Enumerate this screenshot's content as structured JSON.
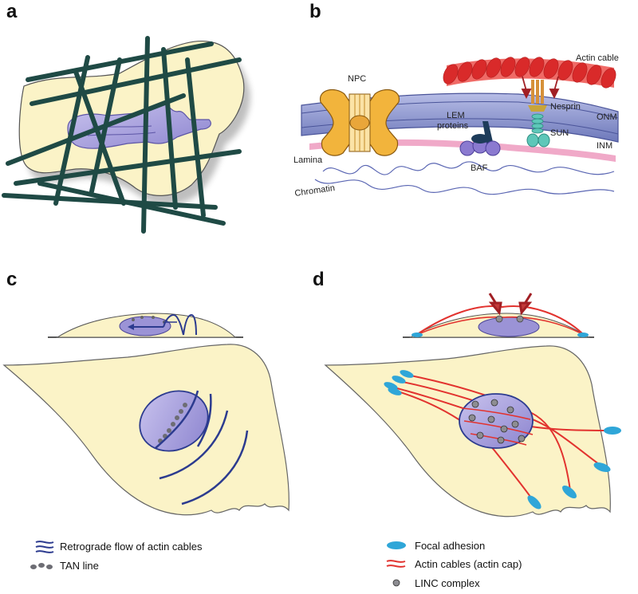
{
  "panels": {
    "a": {
      "letter": "a"
    },
    "b": {
      "letter": "b",
      "labels": {
        "npc": "NPC",
        "actin_cable": "Actin cable",
        "nesprin": "Nesprin",
        "onm": "ONM",
        "lem": "LEM",
        "proteins": "proteins",
        "sun": "SUN",
        "inm": "INM",
        "lamina": "Lamina",
        "baf": "BAF",
        "chromatin": "Chromatin"
      }
    },
    "c": {
      "letter": "c"
    },
    "d": {
      "letter": "d"
    }
  },
  "legend_left": [
    {
      "label": "Retrograde flow of actin cables"
    },
    {
      "label": "TAN line"
    }
  ],
  "legend_right": [
    {
      "label": "Focal adhesion"
    },
    {
      "label": "Actin cables (actin cap)"
    },
    {
      "label": "LINC complex"
    }
  ],
  "colors": {
    "cell": "#fbf3c7",
    "nucleus": "#9b93d6",
    "nucleus_dark": "#4b4596",
    "fiber": "#1f4a45",
    "actin_red": "#e2332f",
    "retro_blue": "#2c3b8f",
    "focal": "#2fa6d8",
    "membrane": "#7c86c4",
    "lamina": "#f0a9c8",
    "npc": "#f2b43c",
    "sun": "#5ec7b9",
    "nesprin": "#d6913a",
    "baf": "#8b7ad0"
  }
}
